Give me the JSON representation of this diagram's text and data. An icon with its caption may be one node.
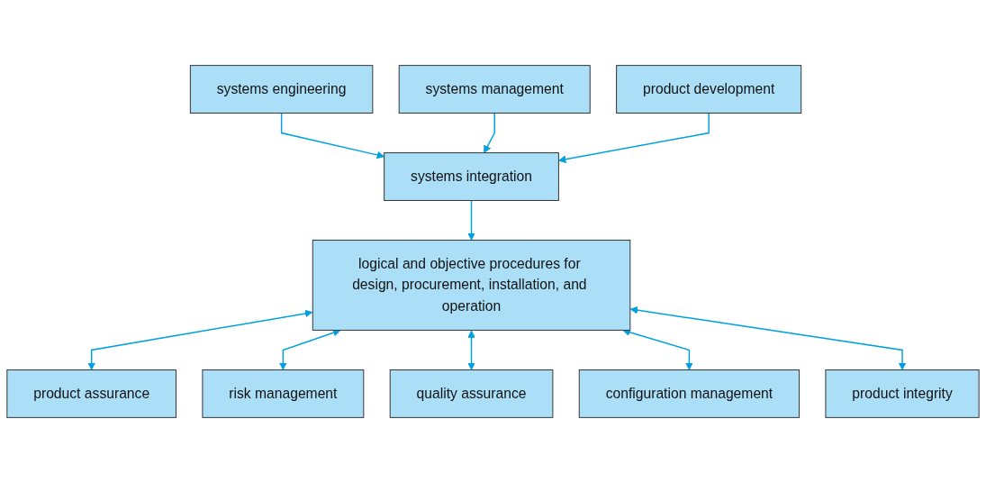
{
  "diagram": {
    "nodes": [
      {
        "text": [
          "systems engineering"
        ]
      },
      {
        "text": [
          "systems management"
        ]
      },
      {
        "text": [
          "product development"
        ]
      },
      {
        "text": [
          "systems integration"
        ]
      },
      {
        "text": [
          "logical and objective procedures for design, procurement, installation, and operation"
        ]
      },
      {
        "text": [
          "product assurance"
        ]
      },
      {
        "text": [
          "quality assurance"
        ]
      },
      {
        "text": [
          "product integrity"
        ]
      },
      {
        "text": [
          "risk management"
        ]
      },
      {
        "text": [
          "configuration management"
        ]
      }
    ],
    "edges": [
      {
        "from": 0,
        "to": 3,
        "arrow": "to"
      },
      {
        "from": 1,
        "to": 3,
        "arrow": "to"
      },
      {
        "from": 2,
        "to": 3,
        "arrow": "to"
      },
      {
        "from": 3,
        "to": 4,
        "arrow": "to"
      },
      {
        "from": 4,
        "to": 5,
        "arrow": "both"
      },
      {
        "from": 4,
        "to": 8,
        "arrow": "both"
      },
      {
        "from": 4,
        "to": 6,
        "arrow": "both"
      },
      {
        "from": 4,
        "to": 9,
        "arrow": "both"
      },
      {
        "from": 4,
        "to": 7,
        "arrow": "both"
      }
    ]
  }
}
